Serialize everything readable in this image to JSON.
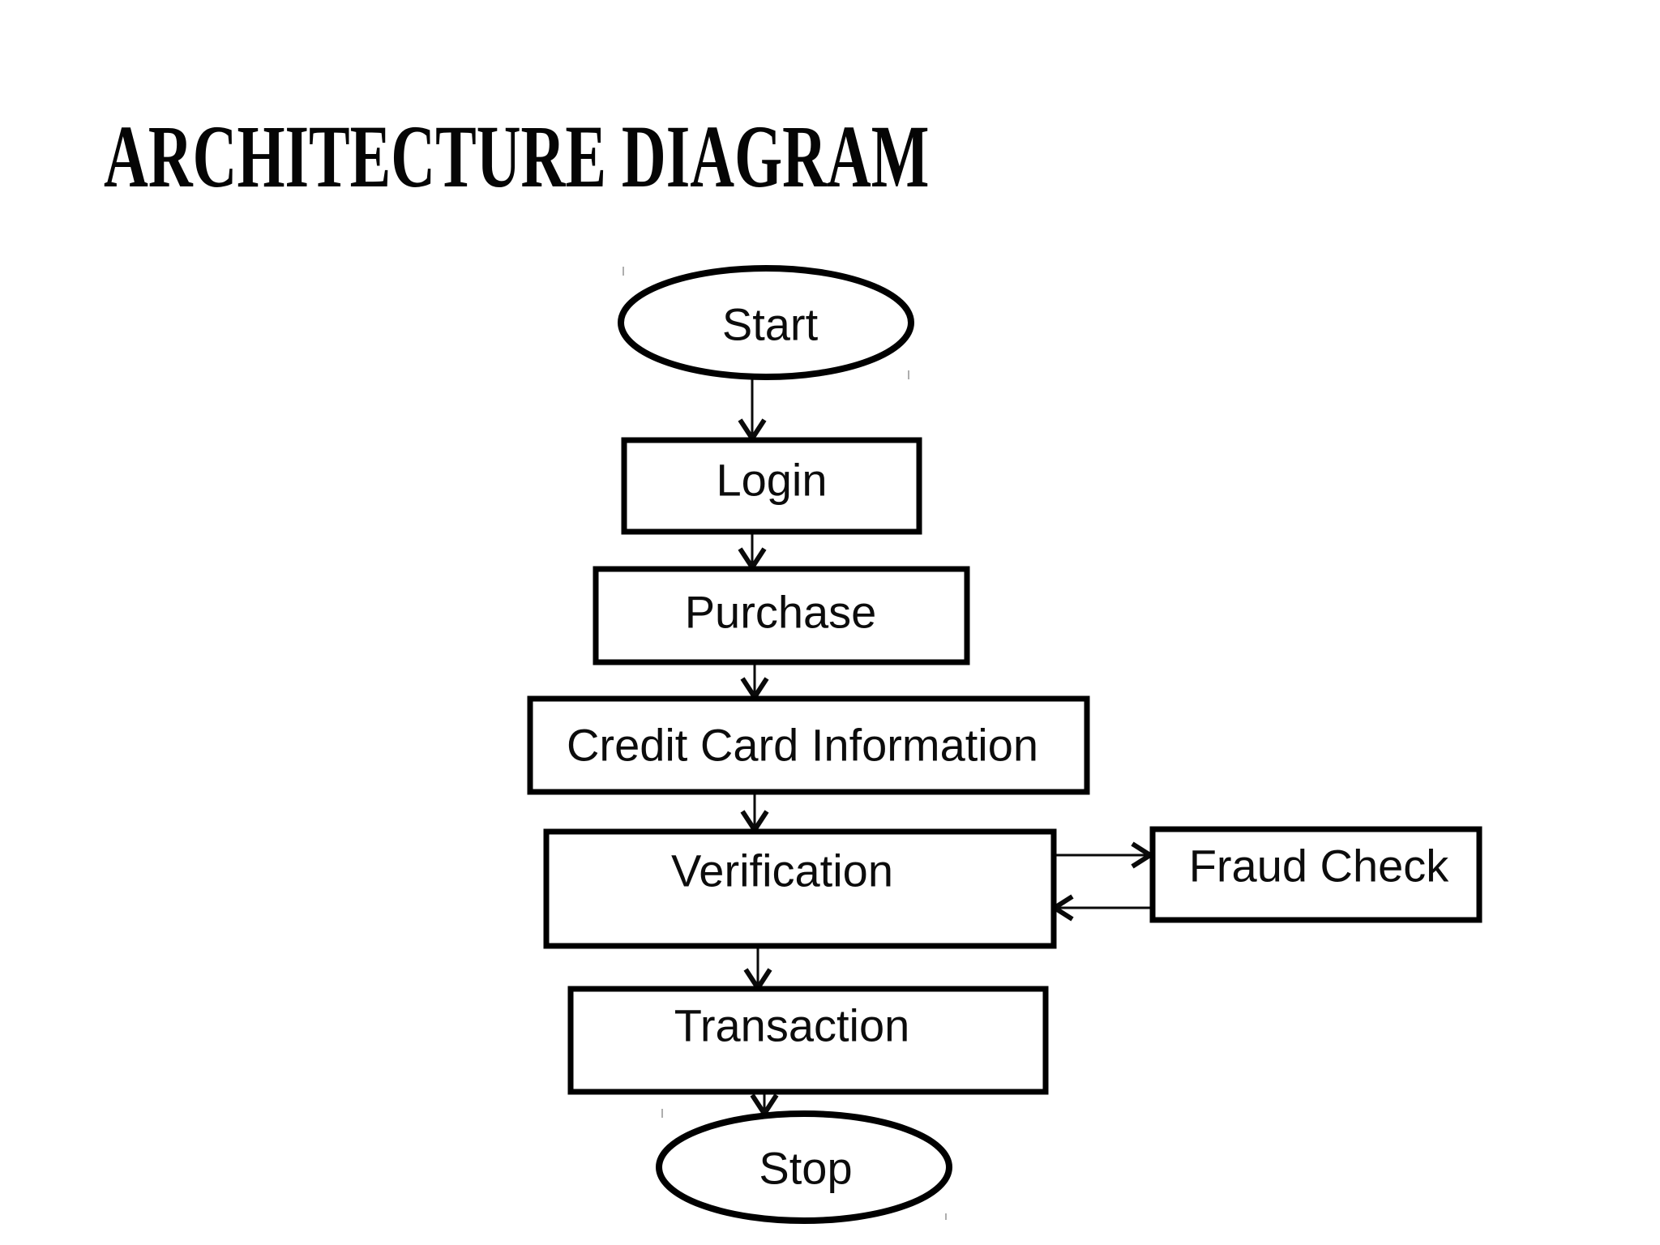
{
  "title": {
    "text": "ARCHITECTURE DIAGRAM"
  },
  "diagram": {
    "stroke_color": "#000000",
    "fill_color": "#ffffff",
    "text_color": "#0c0c0c",
    "nodes": {
      "start": {
        "label": "Start",
        "shape": "ellipse"
      },
      "login": {
        "label": "Login",
        "shape": "rect"
      },
      "purchase": {
        "label": "Purchase",
        "shape": "rect"
      },
      "credit_card": {
        "label": "Credit Card Information",
        "shape": "rect"
      },
      "verification": {
        "label": "Verification",
        "shape": "rect"
      },
      "fraud_check": {
        "label": "Fraud Check",
        "shape": "rect"
      },
      "transaction": {
        "label": "Transaction",
        "shape": "rect"
      },
      "stop": {
        "label": "Stop",
        "shape": "ellipse"
      }
    },
    "edges": [
      {
        "from": "start",
        "to": "login"
      },
      {
        "from": "login",
        "to": "purchase"
      },
      {
        "from": "purchase",
        "to": "credit_card"
      },
      {
        "from": "credit_card",
        "to": "verification"
      },
      {
        "from": "verification",
        "to": "fraud_check"
      },
      {
        "from": "fraud_check",
        "to": "verification"
      },
      {
        "from": "verification",
        "to": "transaction"
      },
      {
        "from": "transaction",
        "to": "stop"
      }
    ]
  }
}
